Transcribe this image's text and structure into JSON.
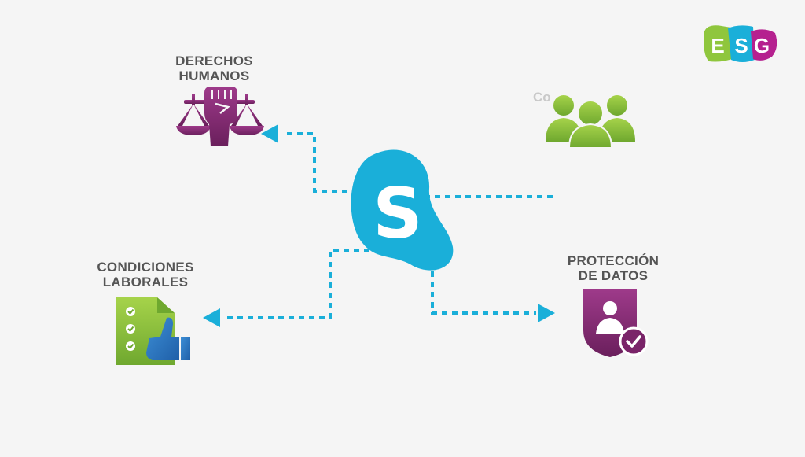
{
  "brand": {
    "logo_letters": [
      "E",
      "S",
      "G"
    ],
    "logo_colors": [
      "#8fc63d",
      "#1aafd9",
      "#b5218f"
    ]
  },
  "center": {
    "letter": "S",
    "color": "#1aafd9"
  },
  "topics": {
    "derechos_humanos": {
      "line1": "DERECHOS",
      "line2": "HUMANOS",
      "icon": "scales-fist-icon",
      "color": "#8c2a78"
    },
    "comunidad": {
      "partial_text": "Co",
      "icon": "people-group-icon",
      "color": "#8fc63d"
    },
    "condiciones_laborales": {
      "line1": "CONDICIONES",
      "line2": "LABORALES",
      "icon": "checklist-thumbs-up-icon",
      "color": "#8fc63d"
    },
    "proteccion_datos": {
      "line1": "PROTECCIÓN",
      "line2": "DE DATOS",
      "icon": "shield-user-check-icon",
      "color": "#8c2a78"
    }
  },
  "colors": {
    "connector": "#1aafd9",
    "label_text": "#555555",
    "background": "#f5f5f5"
  }
}
